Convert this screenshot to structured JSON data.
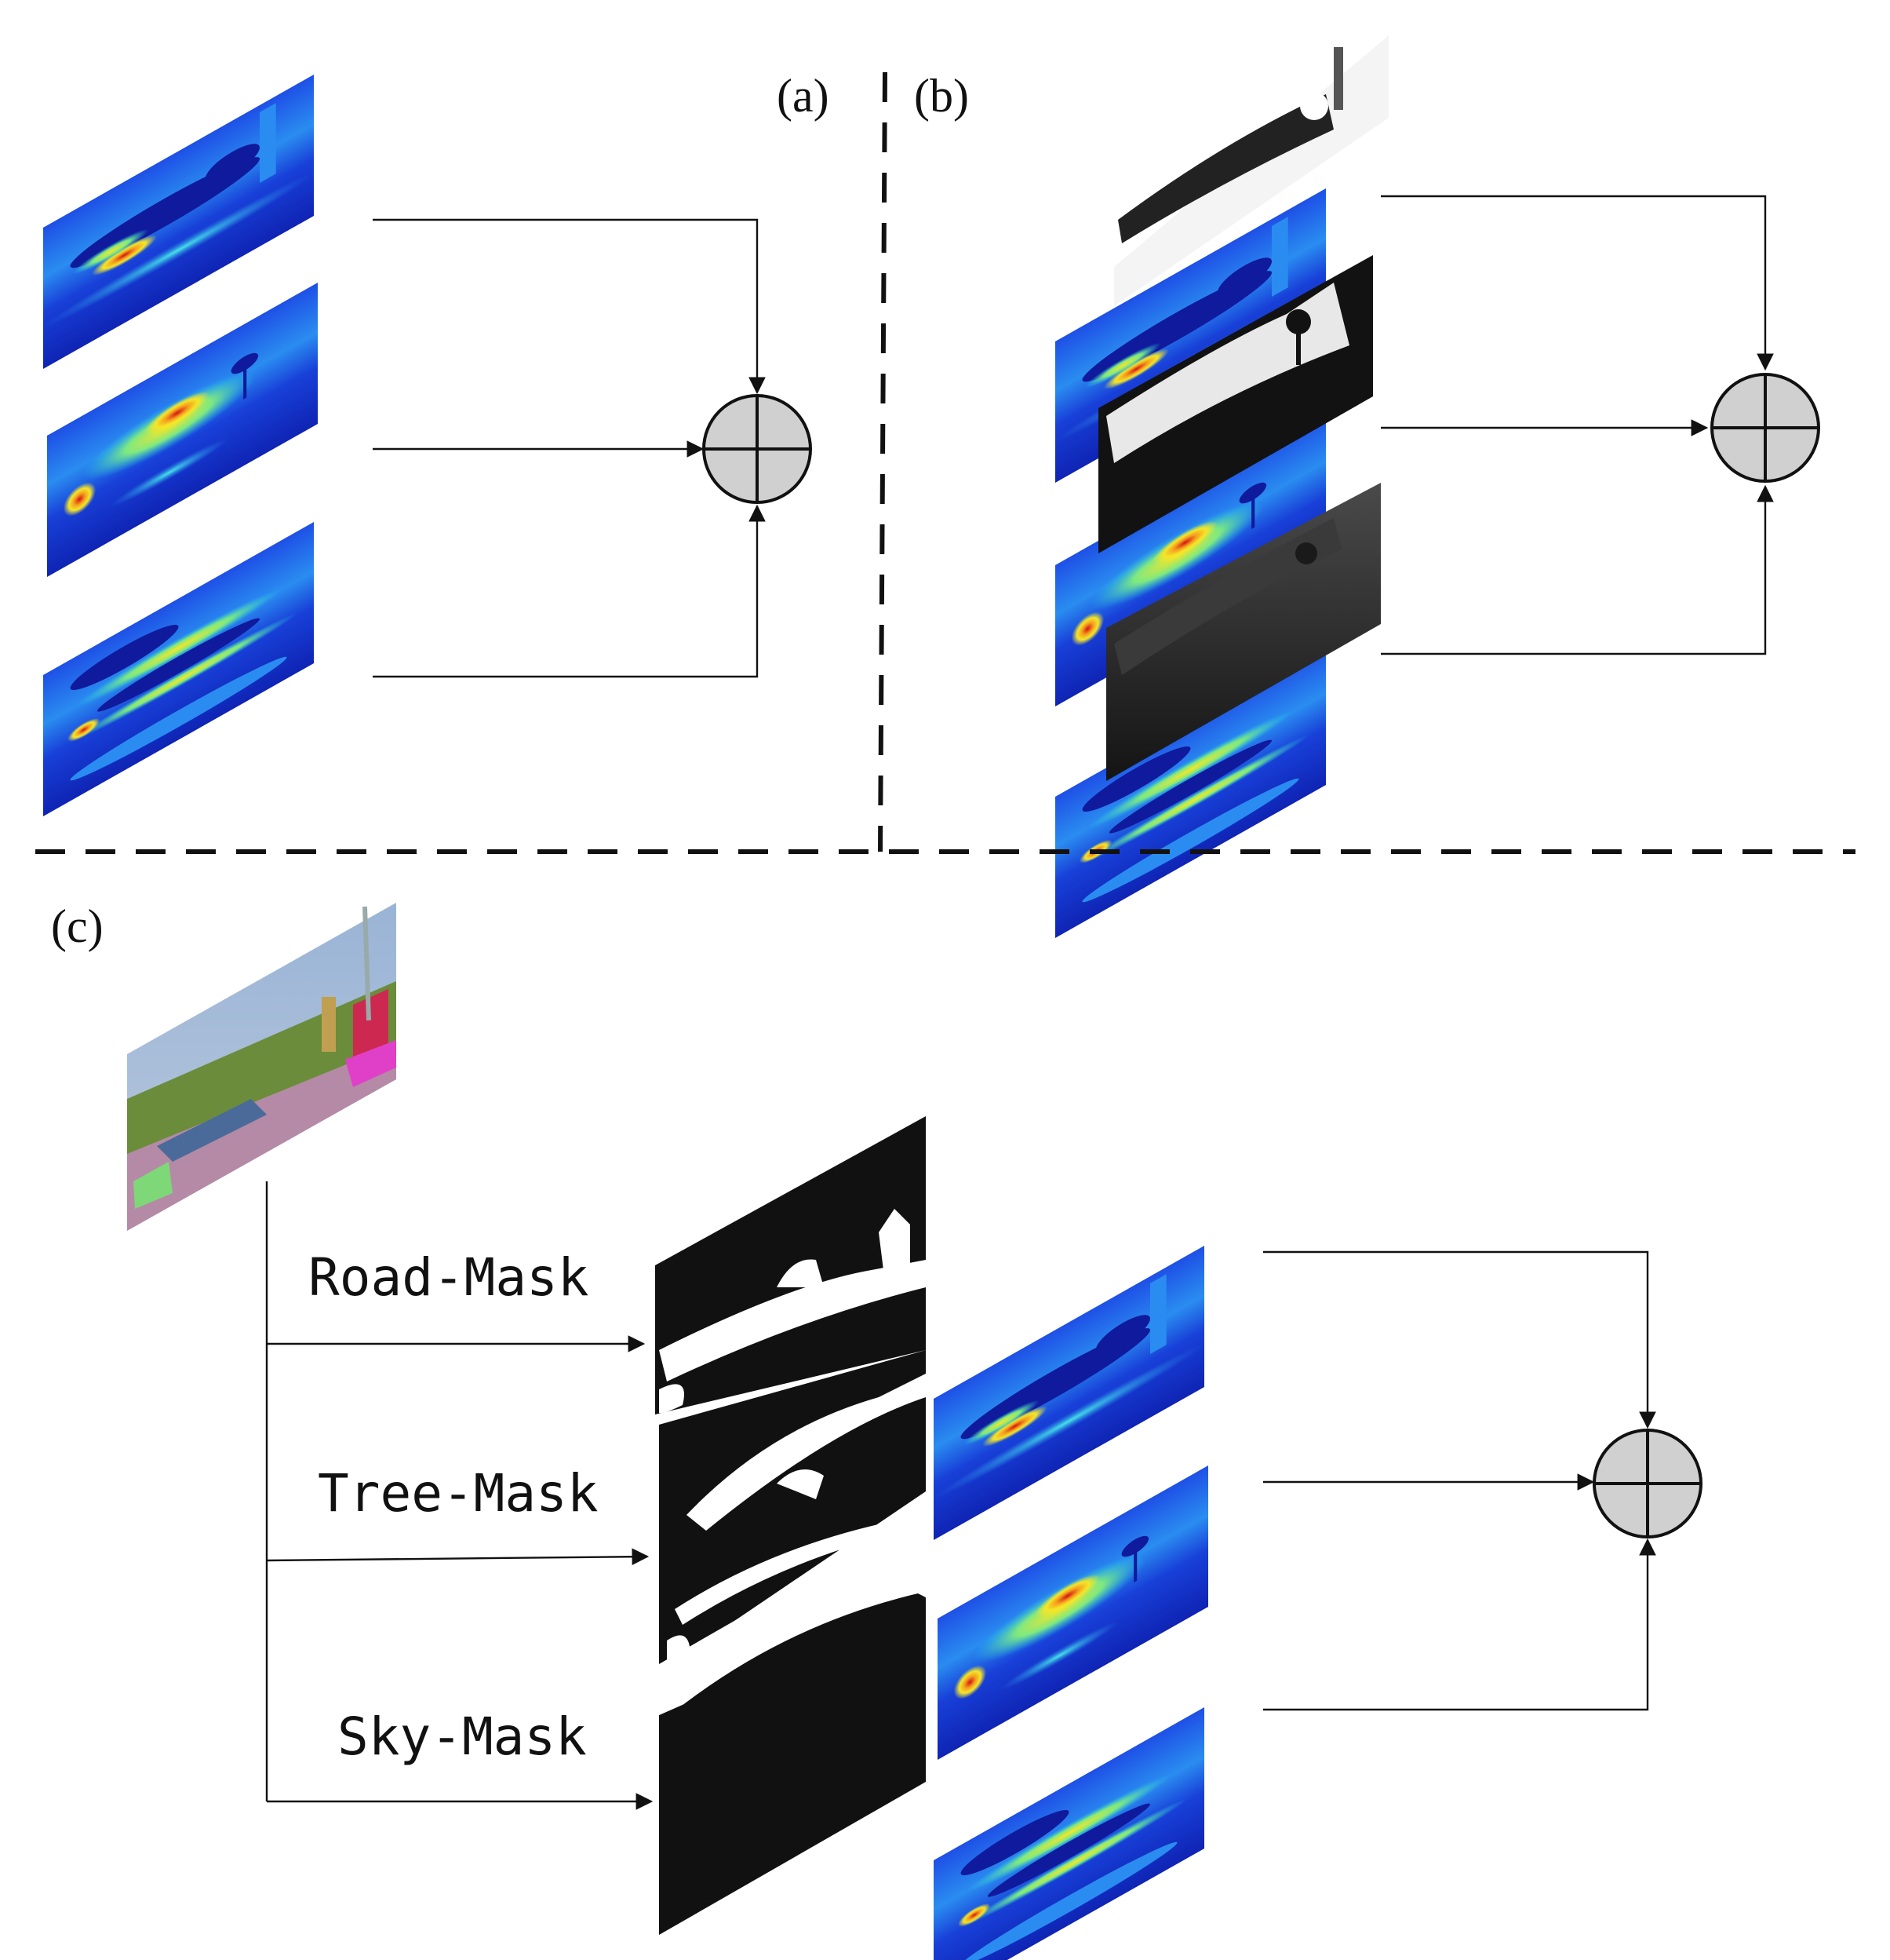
{
  "labels": {
    "panel_a": "(a)",
    "panel_b": "(b)",
    "panel_c": "(c)",
    "road_mask": "Road-Mask",
    "tree_mask": "Tree-Mask",
    "sky_mask": "Sky-Mask"
  },
  "colors": {
    "heatmap_low": "#1428d2",
    "heatmap_mid": "#19c8f0",
    "heatmap_high": "#f5e628",
    "heatmap_peak": "#d21414",
    "mask_dark": "#111111",
    "mask_light": "#ffffff",
    "sum_fill": "#d0d0d0"
  },
  "icons": {
    "sum_operator": "circle-plus-icon"
  }
}
